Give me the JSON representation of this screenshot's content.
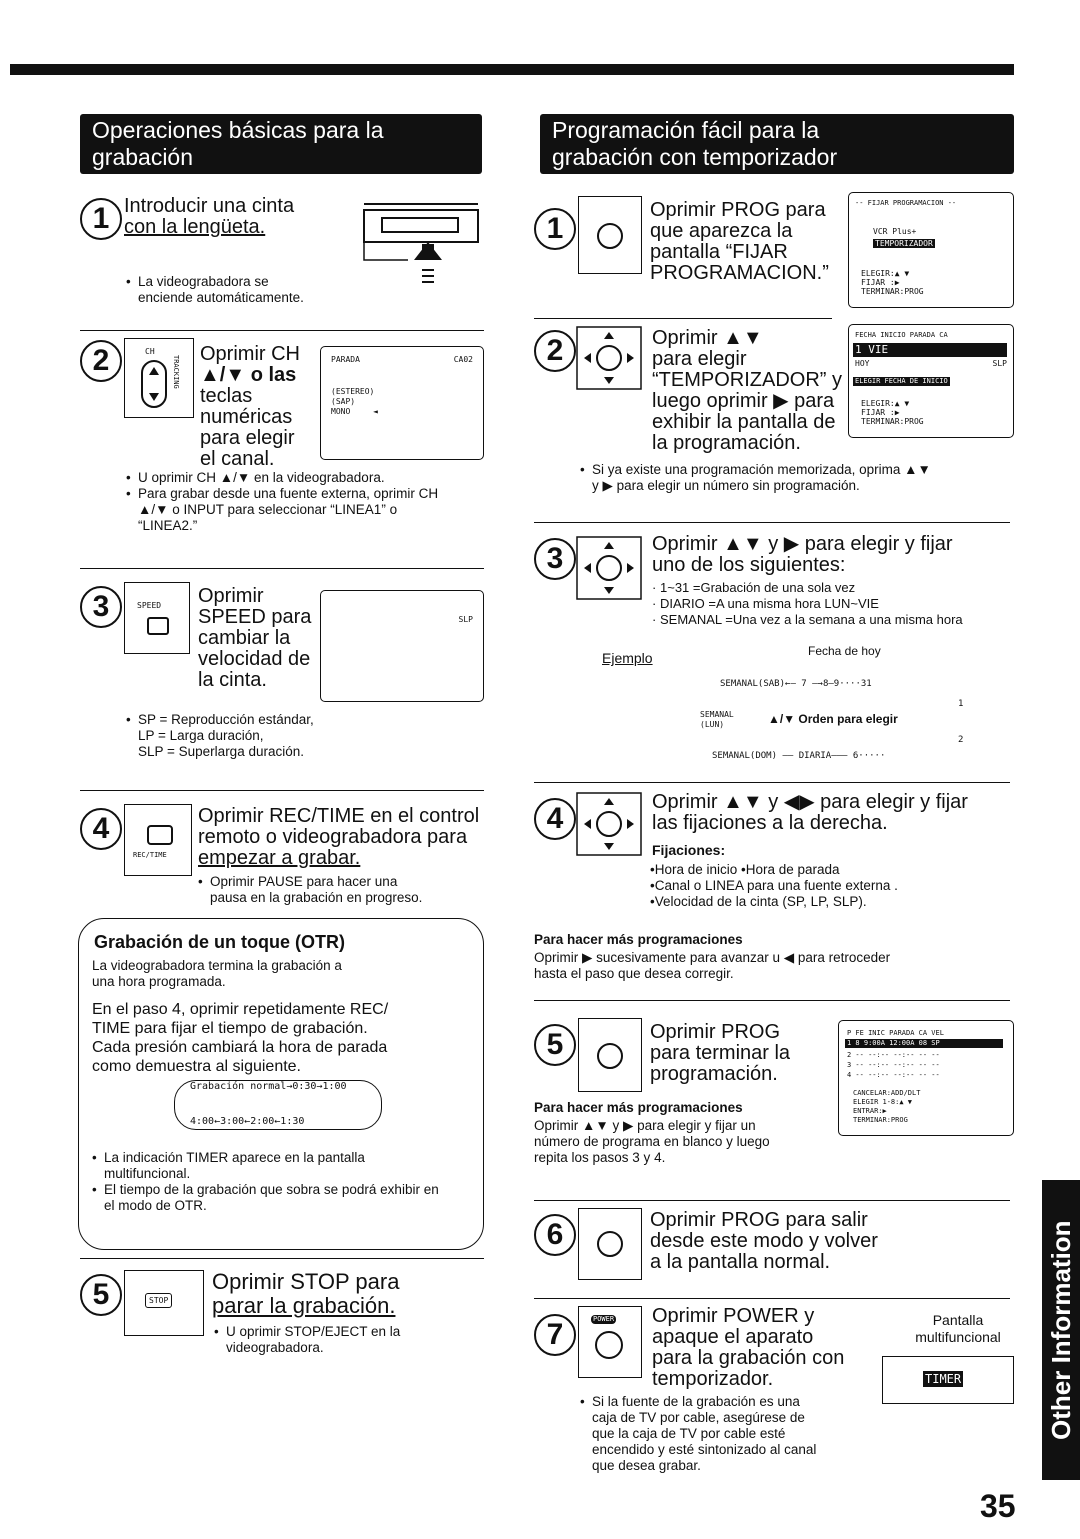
{
  "left_title": [
    "Operaciones básicas para la",
    "grabación"
  ],
  "right_title": [
    "Programación fácil para la",
    "grabación con temporizador"
  ],
  "left": {
    "s1": {
      "num": "1",
      "text1": "Introducir una cinta",
      "text2": "con la lengüeta.",
      "note": [
        "La videograbadora se",
        "enciende automáticamente."
      ]
    },
    "s2": {
      "num": "2",
      "key_label": "CH",
      "key_side": "TRACKING",
      "lines": [
        "Oprimir CH",
        "▲/▼ o las",
        "teclas",
        "numéricas",
        "para elegir",
        "el canal."
      ],
      "screen": {
        "t1": "PARADA",
        "t2": "CA02",
        "t3": "(ESTEREO)",
        "t4": "(SAP)",
        "t5": "MONO",
        "t6": "◄"
      },
      "notes": [
        "U oprimir CH ▲/▼ en la videograbadora.",
        "Para grabar desde una fuente externa, oprimir CH ▲/▼ o INPUT para seleccionar “LINEA1” o “LINEA2.”"
      ]
    },
    "s3": {
      "num": "3",
      "key_label": "SPEED",
      "lines": [
        "Oprimir",
        "SPEED para",
        "cambiar la",
        "velocidad de",
        "la cinta."
      ],
      "screen": "SLP",
      "notes": [
        "SP = Reproducción estándar,",
        "LP = Larga duración,",
        "SLP = Superlarga duración."
      ]
    },
    "s4": {
      "num": "4",
      "key_label": "REC/TIME",
      "lines": [
        "Oprimir REC/TIME en el control",
        "remoto o videograbadora para",
        "empezar a grabar."
      ],
      "note": [
        "Oprimir PAUSE para hacer una",
        "pausa en la grabación en progreso."
      ]
    },
    "otr": {
      "title": "Grabación de un toque (OTR)",
      "p1": [
        "La videograbadora termina la grabación a",
        "una hora programada."
      ],
      "p2": [
        "En el paso 4, oprimir repetidamente REC/",
        "TIME para fijar el tiempo de grabación.",
        "Cada presión cambiará la hora de parada",
        "como demuestra al siguiente."
      ],
      "cycle_top": "Grabación normal→0:30→1:00",
      "cycle_bottom": "4:00←3:00←2:00←1:30",
      "notes": [
        "La indicación TIMER aparece en la pantalla multifuncional.",
        "El tiempo de la grabación que sobra se podrá exhibir en el modo de OTR."
      ]
    },
    "s5": {
      "num": "5",
      "key_label": "STOP",
      "lines": [
        "Oprimir STOP para",
        "parar la grabación."
      ],
      "note": [
        "U oprimir STOP/EJECT en la",
        "videograbadora."
      ]
    }
  },
  "right": {
    "s1": {
      "num": "1",
      "lines": [
        "Oprimir PROG para",
        "que aparezca la",
        "pantalla “FIJAR",
        "PROGRAMACION.”"
      ],
      "screen": {
        "t1": "-- FIJAR PROGRAMACION --",
        "t2": "VCR Plus+",
        "t3": "TEMPORIZADOR",
        "t4": "ELEGIR:▲ ▼",
        "t5": "FIJAR :▶",
        "t6": "TERMINAR:PROG"
      }
    },
    "s2": {
      "num": "2",
      "lines": [
        "Oprimir ▲▼",
        "para elegir",
        "“TEMPORIZADOR” y",
        "luego oprimir ▶ para",
        "exhibir la pantalla de",
        "la programación."
      ],
      "screen": {
        "t1": "FECHA INICIO PARADA CA",
        "t2": "1 VIE",
        "t3": "HOY",
        "t4": "SLP",
        "t5": "ELEGIR FECHA DE INICIO",
        "t6": "ELEGIR:▲ ▼",
        "t7": "FIJAR :▶",
        "t8": "TERMINAR:PROG"
      },
      "note": [
        "Si ya existe una programación memorizada, oprima ▲▼",
        "y ▶ para elegir un número sin programación."
      ]
    },
    "s3": {
      "num": "3",
      "lines": [
        "Oprimir ▲▼ y ▶ para elegir y fijar",
        "uno de los siguientes:"
      ],
      "list": [
        "1~31 =Grabación de una sola vez",
        "DIARIO =A una misma hora LUN~VIE",
        "SEMANAL =Una vez a la semana a una misma hora"
      ],
      "example": "Ejemplo",
      "fecha": "Fecha de hoy",
      "d1": "SEMANAL(SAB)←— 7 —→8–9····31",
      "d2a": "SEMANAL",
      "d2b": "(LUN)",
      "d3": "▲/▼ Orden para elegir",
      "d4": "SEMANAL(DOM) —— DIARIA——— 6·····",
      "d5": "1",
      "d6": "2"
    },
    "s4": {
      "num": "4",
      "lines": [
        "Oprimir ▲▼ y ◀▶ para elegir y fijar",
        "las fijaciones a la derecha."
      ],
      "fij_title": "Fijaciones:",
      "fij": [
        "•Hora de inicio   •Hora de parada",
        "•Canal o LINEA para una fuente externa .",
        "•Velocidad de la cinta (SP, LP, SLP)."
      ],
      "more_title": "Para hacer más programaciones",
      "more": [
        "Oprimir ▶ sucesivamente para avanzar u ◀ para retroceder",
        "hasta el paso que desea corregir."
      ]
    },
    "s5": {
      "num": "5",
      "lines": [
        "Oprimir PROG",
        "para terminar la",
        "programación."
      ],
      "more_title": "Para hacer más programaciones",
      "more": [
        "Oprimir ▲▼ y ▶ para elegir y fijar un",
        "número de programa en blanco y luego",
        "repita los pasos 3 y 4."
      ],
      "screen": {
        "t1": "P FE  INIC  PARADA CA VEL",
        "t2": "1  8  9:00A 12:00A  08  SP",
        "t3": "2 -- --:-- --:-- -- --",
        "t4": "3 -- --:-- --:-- -- --",
        "t5": "4 -- --:-- --:-- -- --",
        "t6": "CANCELAR:ADD/DLT",
        "t7": "ELEGIR 1-8:▲ ▼",
        "t8": "ENTRAR:▶",
        "t9": "TERMINAR:PROG"
      }
    },
    "s6": {
      "num": "6",
      "lines": [
        "Oprimir PROG para salir",
        "desde este modo y volver",
        "a la pantalla normal."
      ]
    },
    "s7": {
      "num": "7",
      "key_label": "POWER",
      "lines": [
        "Oprimir POWER y",
        "apaque el aparato",
        "para la grabación con",
        "temporizador."
      ],
      "pantalla": [
        "Pantalla",
        "multifuncional"
      ],
      "timer": "TIMER",
      "note": [
        "Si la fuente de la grabación es una",
        "caja de TV por cable, asegúrese de",
        "que la caja de TV por cable esté",
        "encendido y esté sintonizado al canal",
        "que desea grabar."
      ]
    }
  },
  "side_tab": "Other Information",
  "page_number": "35"
}
